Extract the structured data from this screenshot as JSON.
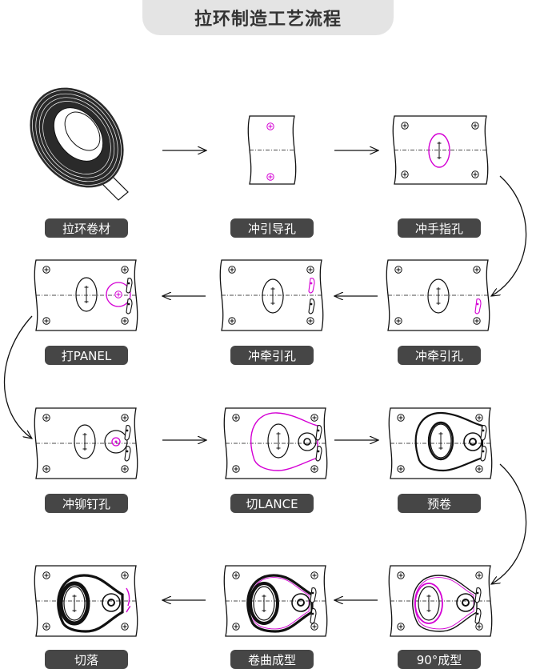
{
  "title": "拉环制造工艺流程",
  "steps": [
    {
      "label": "拉环卷材"
    },
    {
      "label": "冲引导孔"
    },
    {
      "label": "冲手指孔"
    },
    {
      "label": "冲牵引孔"
    },
    {
      "label": "冲牵引孔"
    },
    {
      "label": "打PANEL"
    },
    {
      "label": "冲铆钉孔"
    },
    {
      "label": "切LANCE"
    },
    {
      "label": "预卷"
    },
    {
      "label": "90°成型"
    },
    {
      "label": "卷曲成型"
    },
    {
      "label": "切落"
    }
  ],
  "colors": {
    "highlight": "#d400d4",
    "ink": "#111111",
    "label_bg": "#464646",
    "title_bg": "#e4e4e4"
  }
}
